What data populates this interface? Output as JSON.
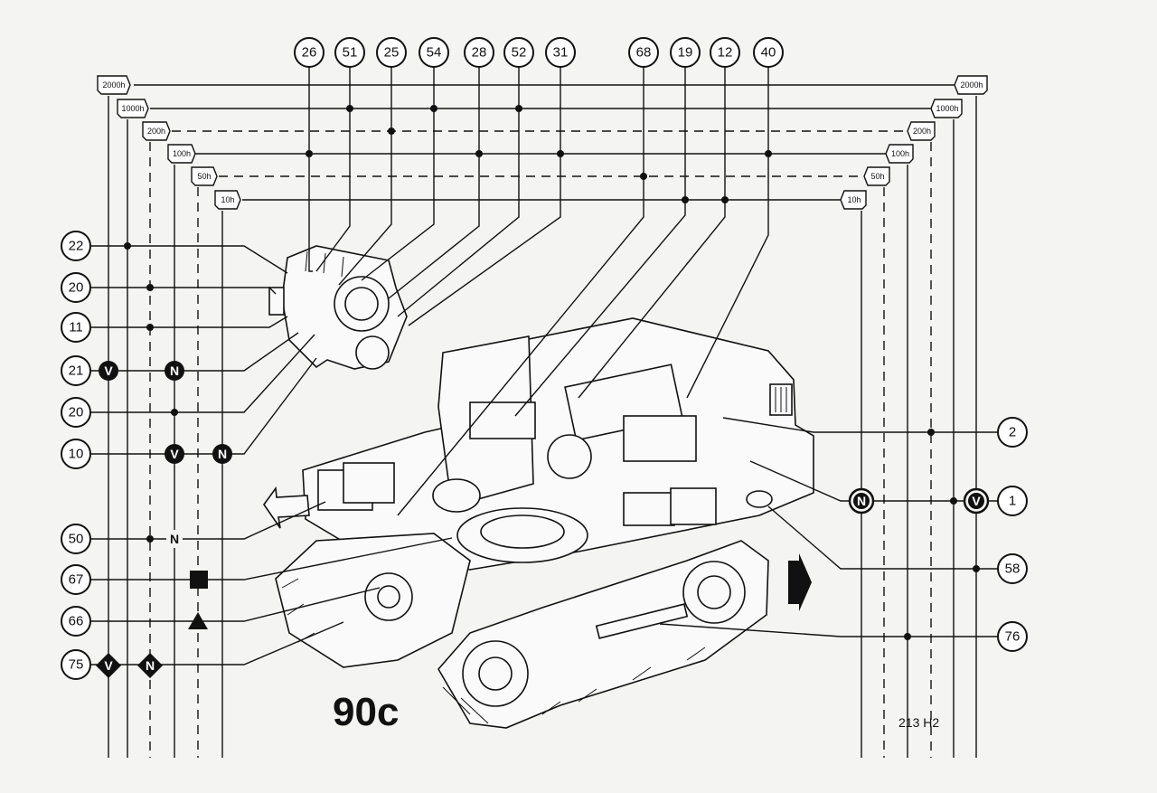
{
  "callouts_top": [
    "26",
    "51",
    "25",
    "54",
    "28",
    "52",
    "31",
    "68",
    "19",
    "12",
    "40"
  ],
  "callouts_left": [
    "22",
    "20",
    "11",
    "21",
    "20",
    "10",
    "50",
    "67",
    "66",
    "75"
  ],
  "callouts_right": [
    "2",
    "1",
    "58",
    "76"
  ],
  "interval_tags": {
    "left": [
      "2000h",
      "1000h",
      "200h",
      "100h",
      "50h",
      "10h"
    ],
    "right": [
      "2000h",
      "1000h",
      "200h",
      "100h",
      "50h",
      "10h"
    ]
  },
  "symbols": {
    "v": "V",
    "n": "N"
  },
  "model_label": "90c",
  "reference_code": "213 H2",
  "colors": {
    "ink": "#111111",
    "paper": "#f4f4f2"
  }
}
